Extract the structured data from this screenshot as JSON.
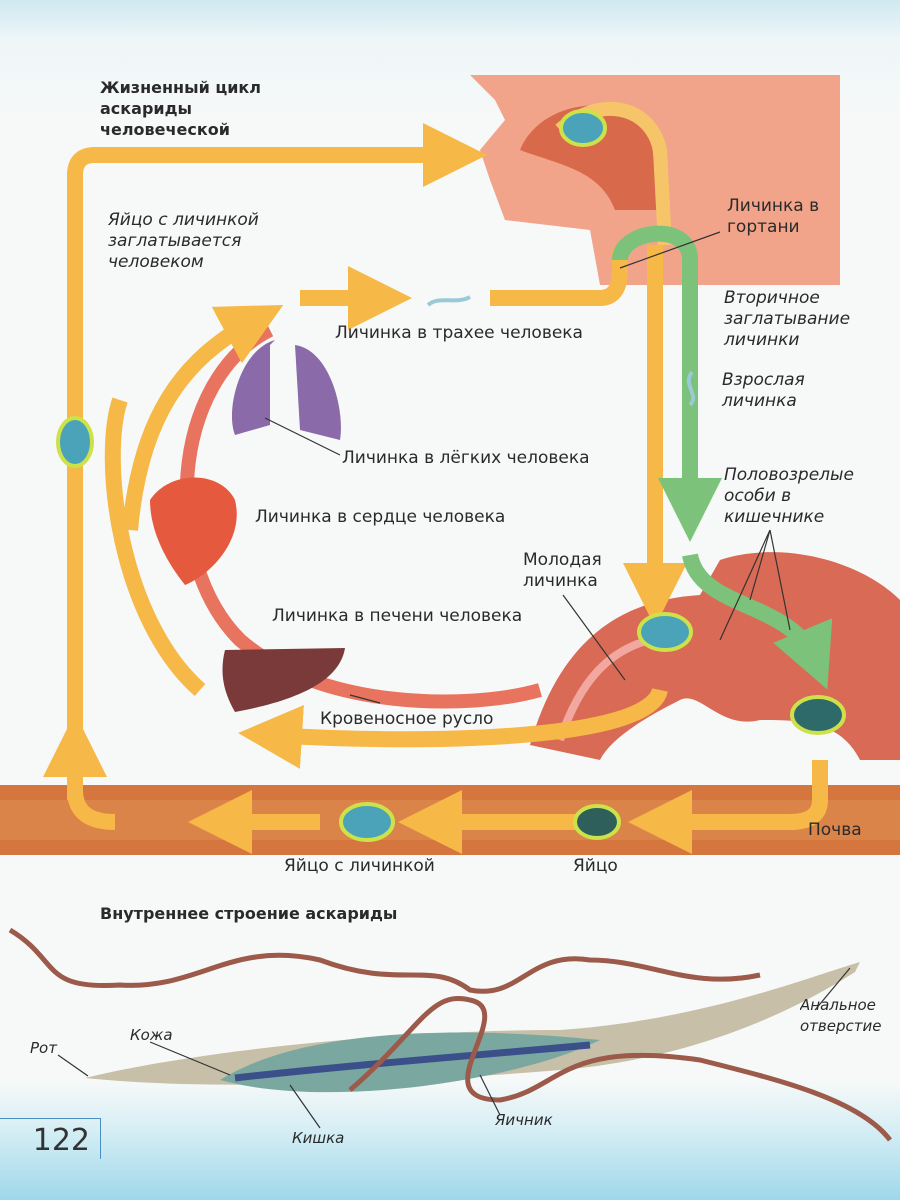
{
  "lifecycle": {
    "title": "Жизненный цикл аскариды человеческой",
    "labels": {
      "egg_swallowed": "Яйцо с личинкой заглатывается человеком",
      "larynx": "Личинка в гортани",
      "secondary_swallow": "Вторичное заглатывание личинки",
      "adult_larva": "Взрослая личинка",
      "mature_intestine": "Половозрелые особи в кишечнике",
      "trachea": "Личинка в трахее человека",
      "lungs": "Личинка в лёгких человека",
      "heart": "Личинка в сердце человека",
      "young_larva": "Молодая личинка",
      "liver": "Личинка в печени человека",
      "bloodstream": "Кровеносное русло",
      "soil": "Почва",
      "egg_with_larva": "Яйцо с личинкой",
      "egg": "Яйцо"
    }
  },
  "anatomy": {
    "title": "Внутреннее строение аскариды",
    "labels": {
      "mouth": "Рот",
      "skin": "Кожа",
      "gut": "Кишка",
      "ovary": "Яичник",
      "anus": "Анальное отверстие"
    }
  },
  "page_number": "122",
  "colors": {
    "arrow_yellow": "#f6b847",
    "arrow_green": "#7dc27a",
    "blood": "#e8735f",
    "soil": "#c9652e"
  }
}
